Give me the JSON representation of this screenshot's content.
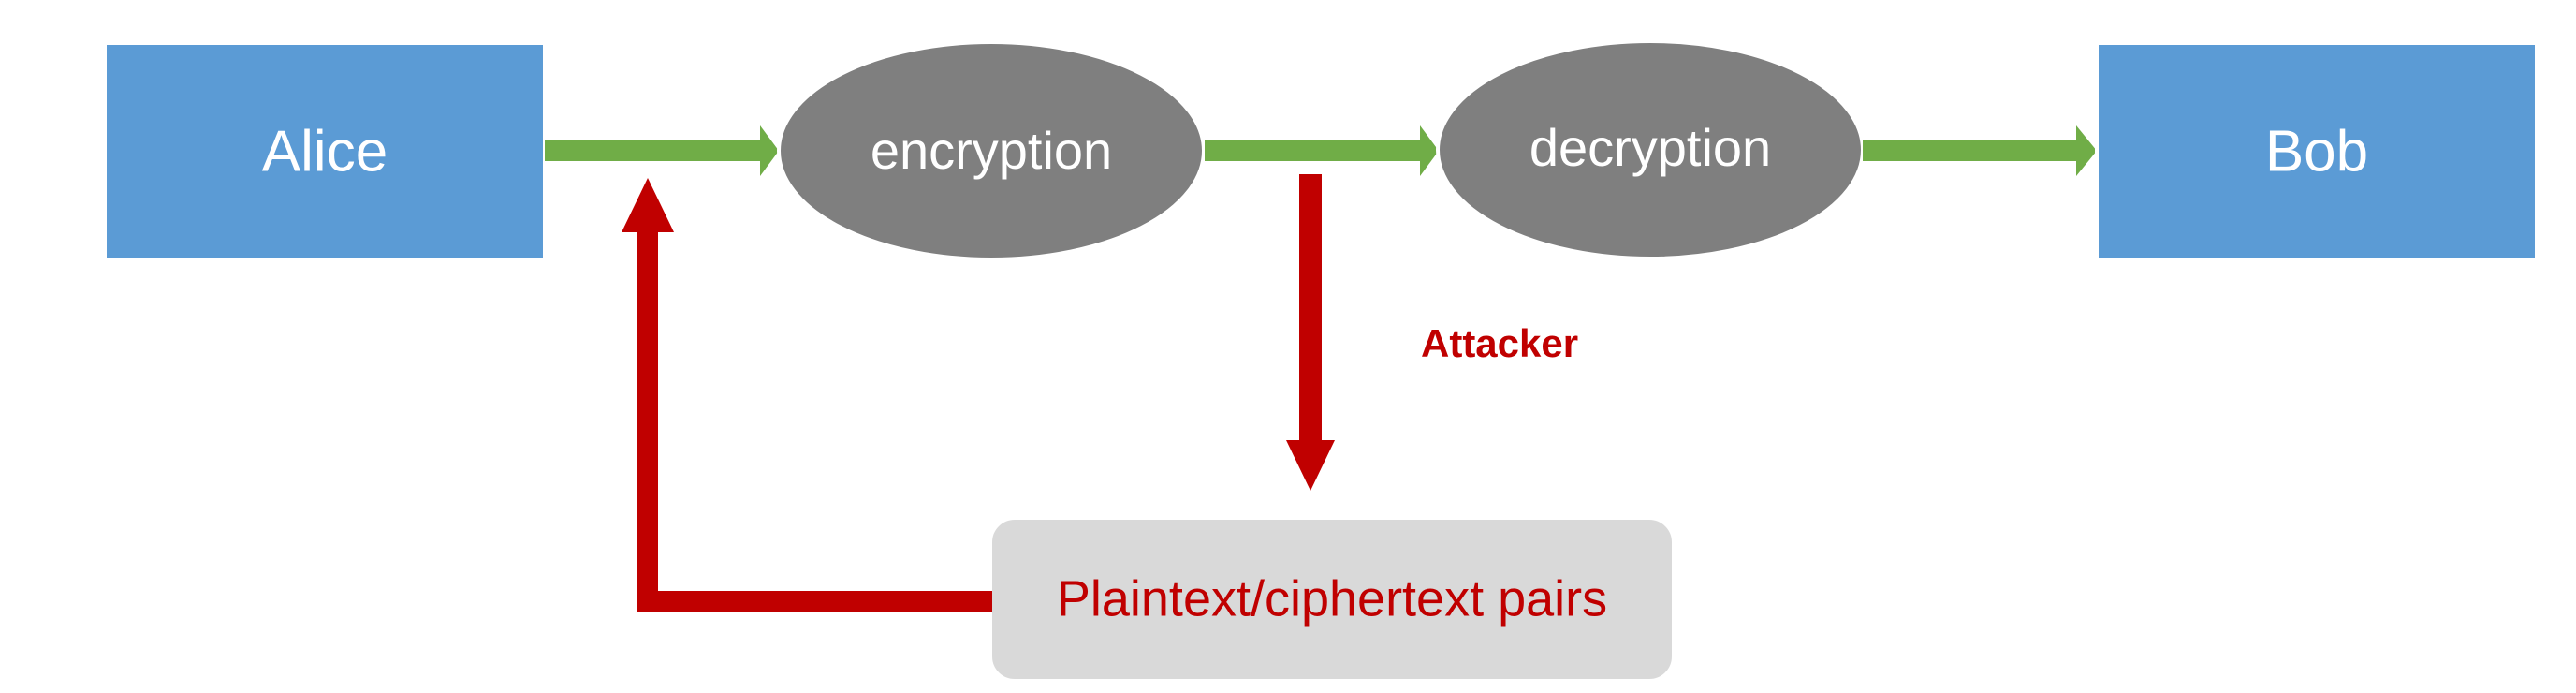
{
  "nodes": {
    "alice": {
      "label": "Alice"
    },
    "encryption": {
      "label": "encryption"
    },
    "decryption": {
      "label": "decryption"
    },
    "bob": {
      "label": "Bob"
    },
    "pairs": {
      "label": "Plaintext/ciphertext pairs"
    }
  },
  "annotations": {
    "attacker": {
      "label": "Attacker"
    }
  },
  "colors": {
    "party_fill": "#5B9BD5",
    "process_fill": "#7F7F7F",
    "flow_arrow": "#70AD47",
    "attack_arrow": "#C00000",
    "store_fill": "#D9D9D9",
    "node_text": "#FFFFFF",
    "attack_text": "#C00000"
  }
}
